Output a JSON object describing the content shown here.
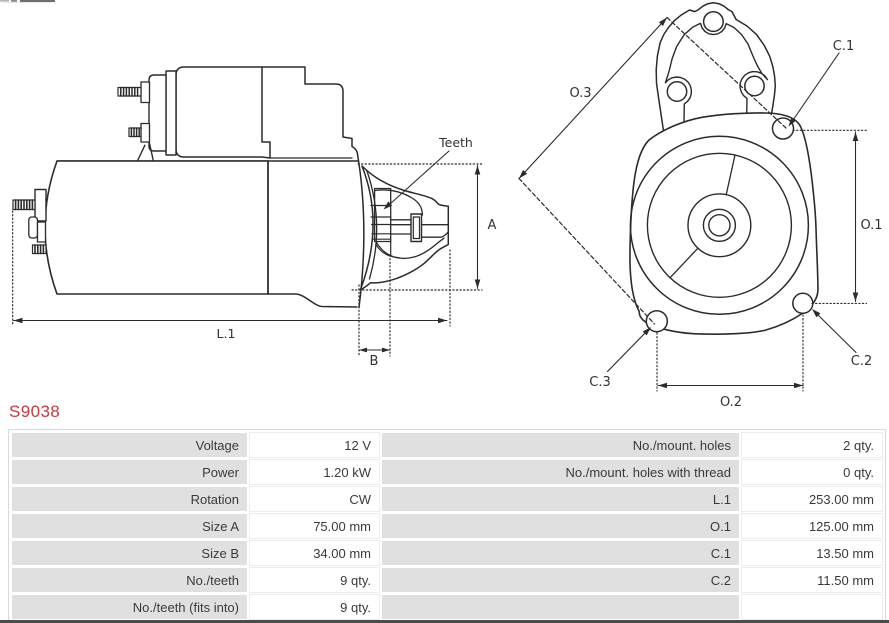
{
  "part_number": "S9038",
  "colors": {
    "part_number_red": "#c5383f",
    "table_label_bg": "#e0e0e0",
    "table_text": "#3a3a3a",
    "drawing_line": "#2b2b2b",
    "bottom_bar": "#4c4c4c"
  },
  "diagram": {
    "side_view": {
      "teeth_label": "Teeth",
      "dim_a_label": "A",
      "dim_b_label": "B",
      "dim_l1_label": "L.1"
    },
    "front_view": {
      "dim_o3_label": "O.3",
      "dim_o1_label": "O.1",
      "dim_o2_label": "O.2",
      "dim_c1_label": "C.1",
      "dim_c2_label": "C.2",
      "dim_c3_label": "C.3"
    }
  },
  "table": {
    "rows": [
      {
        "label1": "Voltage",
        "value1": "12 V",
        "label2": "No./mount. holes",
        "value2": "2 qty."
      },
      {
        "label1": "Power",
        "value1": "1.20 kW",
        "label2": "No./mount. holes with thread",
        "value2": "0 qty."
      },
      {
        "label1": "Rotation",
        "value1": "CW",
        "label2": "L.1",
        "value2": "253.00 mm"
      },
      {
        "label1": "Size A",
        "value1": "75.00 mm",
        "label2": "O.1",
        "value2": "125.00 mm"
      },
      {
        "label1": "Size B",
        "value1": "34.00 mm",
        "label2": "C.1",
        "value2": "13.50 mm"
      },
      {
        "label1": "No./teeth",
        "value1": "9 qty.",
        "label2": "C.2",
        "value2": "11.50 mm"
      },
      {
        "label1": "No./teeth (fits into)",
        "value1": "9 qty.",
        "label2": "",
        "value2": ""
      }
    ]
  }
}
